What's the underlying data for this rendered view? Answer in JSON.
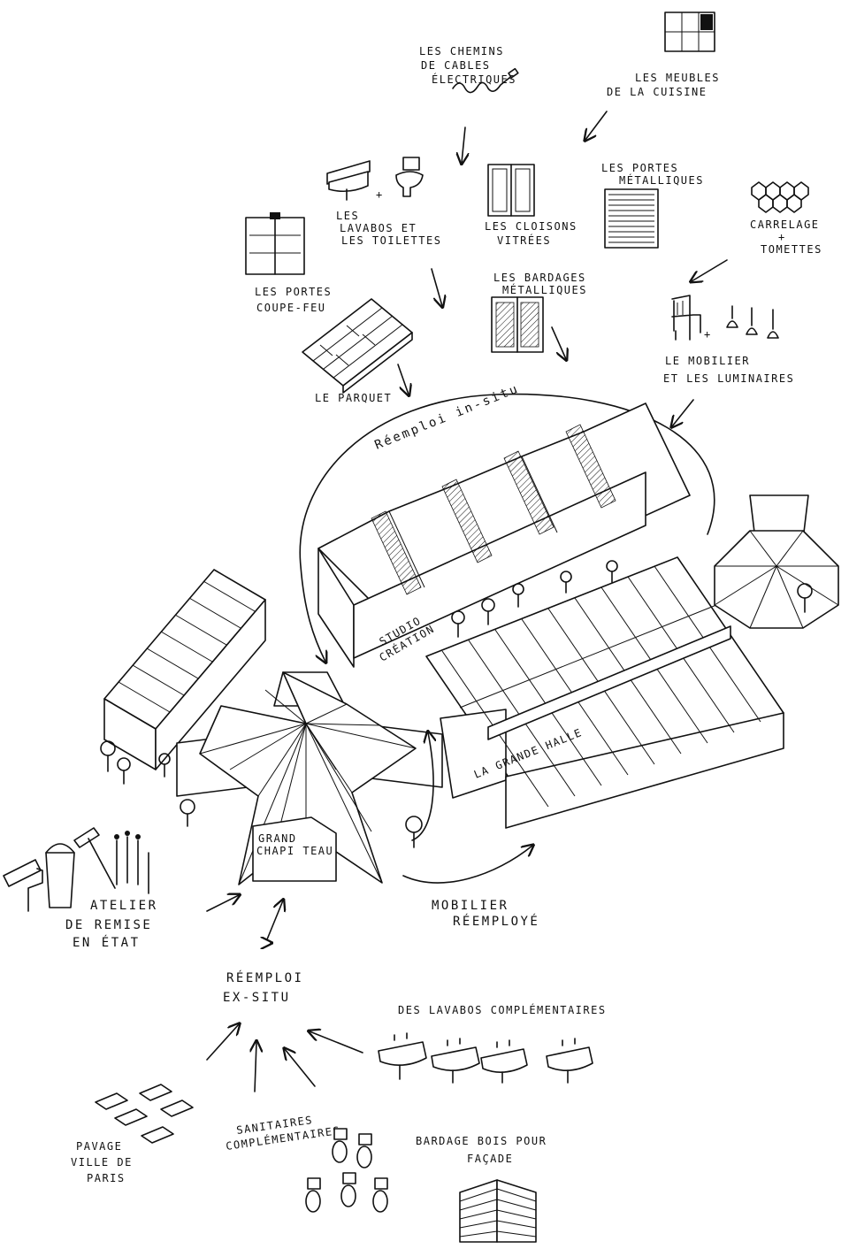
{
  "in_situ": {
    "title": "Réemploi in-situ",
    "items": {
      "cables": [
        "LES CHEMINS",
        "DE CABLES",
        "ÉLECTRIQUES"
      ],
      "meubles": [
        "LES MEUBLES",
        "DE LA CUISINE"
      ],
      "lavabos": [
        "LES",
        "LAVABOS ET",
        "LES TOILETTES"
      ],
      "cloisons": [
        "LES CLOISONS",
        "VITRÉES"
      ],
      "portes_metal": [
        "LES PORTES",
        "MÉTALLIQUES"
      ],
      "carrelage": [
        "CARRELAGE",
        "+",
        "TOMETTES"
      ],
      "coupe_feu": [
        "LES PORTES",
        "COUPE-FEU"
      ],
      "bardages": [
        "LES BARDAGES",
        "MÉTALLIQUES"
      ],
      "mobilier": [
        "LE MOBILIER",
        "ET LES LUMINAIRES"
      ],
      "parquet": [
        "LE PARQUET"
      ]
    }
  },
  "buildings": {
    "studio": [
      "STUDIO",
      "CRÉATION"
    ],
    "grande_halle": "LA GRANDE HALLE",
    "chapiteau": [
      "GRAND",
      "CHAPI TEAU"
    ]
  },
  "atelier": [
    "ATELIER",
    "DE REMISE",
    "EN ÉTAT"
  ],
  "mobilier_reemploye": [
    "MOBILIER",
    "RÉEMPLOYÉ"
  ],
  "ex_situ": {
    "title": [
      "RÉEMPLOI",
      "EX-SITU"
    ],
    "items": {
      "lavabos_compl": "DES LAVABOS COMPLÉMENTAIRES",
      "pavage": [
        "PAVAGE",
        "VILLE DE",
        "PARIS"
      ],
      "sanitaires": [
        "SANITAIRES",
        "COMPLÉMENTAIRES"
      ],
      "bardage_bois": [
        "BARDAGE BOIS POUR",
        "FAÇADE"
      ]
    }
  }
}
